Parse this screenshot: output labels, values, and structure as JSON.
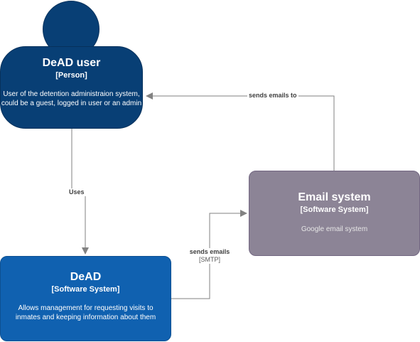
{
  "nodes": {
    "person": {
      "title": "DeAD user",
      "type": "[Person]",
      "description": "User of the detention administraion system, could be a guest, logged in user or an admin",
      "fill": "#083F75"
    },
    "dead": {
      "title": "DeAD",
      "type": "[Software System]",
      "description": "Allows management for requesting visits to inmates and keeping information about them",
      "fill": "#1061B0"
    },
    "email": {
      "title": "Email system",
      "type": "[Software System]",
      "description": "Google email system",
      "fill": "#8C8496"
    }
  },
  "edges": {
    "uses": {
      "label": "Uses"
    },
    "sends_to_user": {
      "label": "sends emails to"
    },
    "sends_smtp": {
      "label": "sends emails",
      "tech": "[SMTP]"
    }
  },
  "colors": {
    "edge": "#828282"
  }
}
